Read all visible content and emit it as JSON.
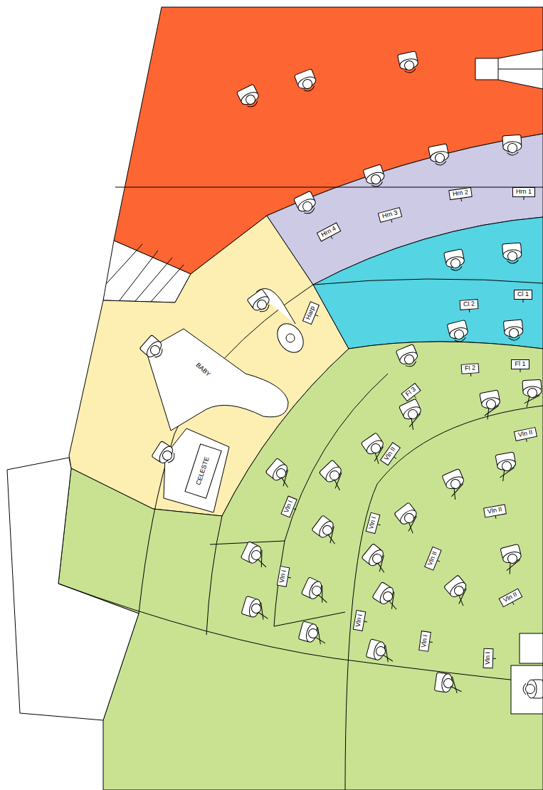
{
  "diagram": {
    "nodes": [
      {
        "text": [
          "Hrn 4"
        ]
      },
      {
        "text": [
          "Hrn 3"
        ]
      },
      {
        "text": [
          "Hrn 2"
        ]
      },
      {
        "text": [
          "Hrn 1"
        ]
      },
      {
        "text": [
          "Cl 2"
        ]
      },
      {
        "text": [
          "Cl 1"
        ]
      },
      {
        "text": [
          "Harp"
        ]
      },
      {
        "text": [
          "BABY"
        ]
      },
      {
        "text": [
          "Fl 2"
        ]
      },
      {
        "text": [
          "Fl 1"
        ]
      },
      {
        "text": [
          "Fl 3"
        ]
      },
      {
        "text": [
          "Vln II"
        ]
      },
      {
        "text": [
          "Vln II"
        ]
      },
      {
        "text": [
          "CELESTE"
        ]
      },
      {
        "text": [
          "Vln I"
        ]
      },
      {
        "text": [
          "Vln II"
        ]
      },
      {
        "text": [
          "Vln I"
        ]
      },
      {
        "text": [
          "Vln II"
        ]
      },
      {
        "text": [
          "Vln I"
        ]
      },
      {
        "text": [
          "Vln II"
        ]
      },
      {
        "text": [
          "Vln I"
        ]
      },
      {
        "text": [
          "Vln I"
        ]
      },
      {
        "text": [
          "Vln I"
        ]
      }
    ]
  }
}
